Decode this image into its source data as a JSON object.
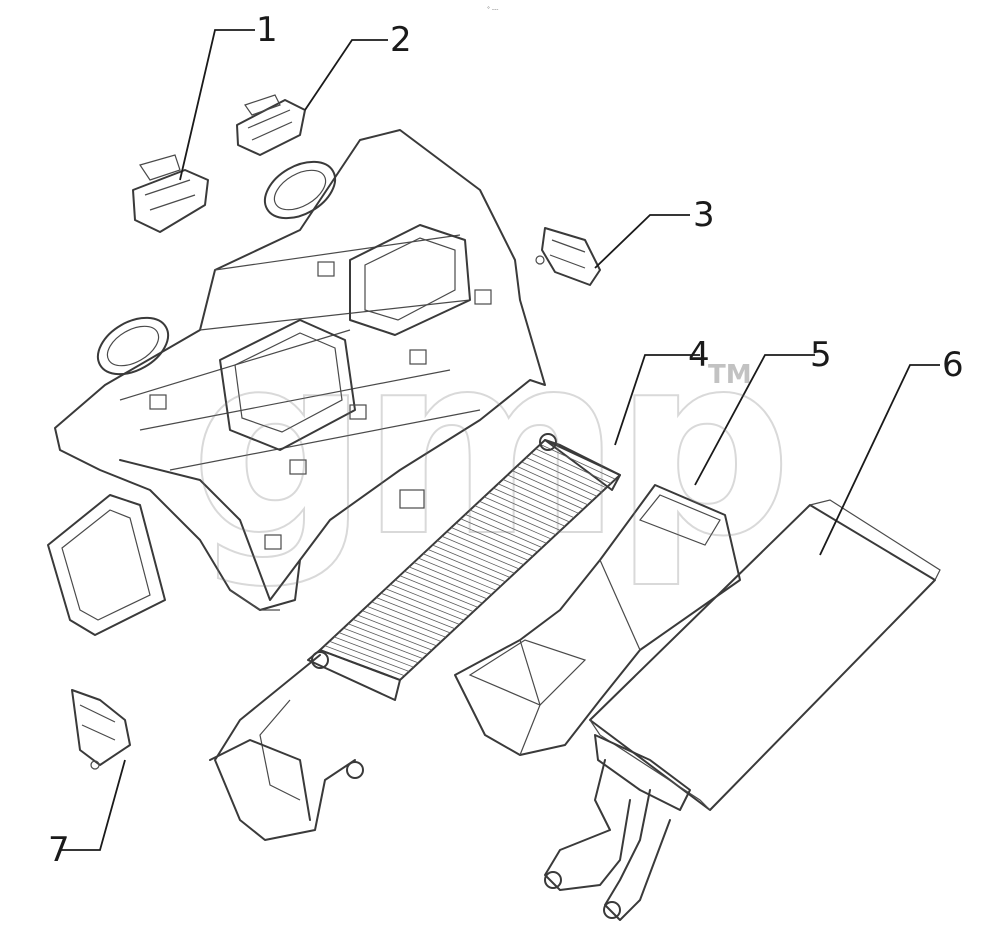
{
  "header_mark": "° ---",
  "watermark": {
    "text": "gmp",
    "trademark": "TM"
  },
  "callouts": [
    {
      "id": "1",
      "label": "1"
    },
    {
      "id": "2",
      "label": "2"
    },
    {
      "id": "3",
      "label": "3"
    },
    {
      "id": "4",
      "label": "4"
    },
    {
      "id": "5",
      "label": "5"
    },
    {
      "id": "6",
      "label": "6"
    },
    {
      "id": "7",
      "label": "7"
    }
  ],
  "parts": [
    {
      "callout": "1",
      "icon": "actuator-icon"
    },
    {
      "callout": "2",
      "icon": "actuator-icon"
    },
    {
      "callout": "3",
      "icon": "actuator-icon"
    },
    {
      "callout": "4",
      "icon": "condenser-core-icon"
    },
    {
      "callout": "5",
      "icon": "evaporator-case-icon"
    },
    {
      "callout": "6",
      "icon": "heater-core-icon"
    },
    {
      "callout": "7",
      "icon": "actuator-icon"
    }
  ],
  "colors": {
    "line": "#3a3a3a",
    "background": "#ffffff",
    "watermark": "#787878"
  }
}
